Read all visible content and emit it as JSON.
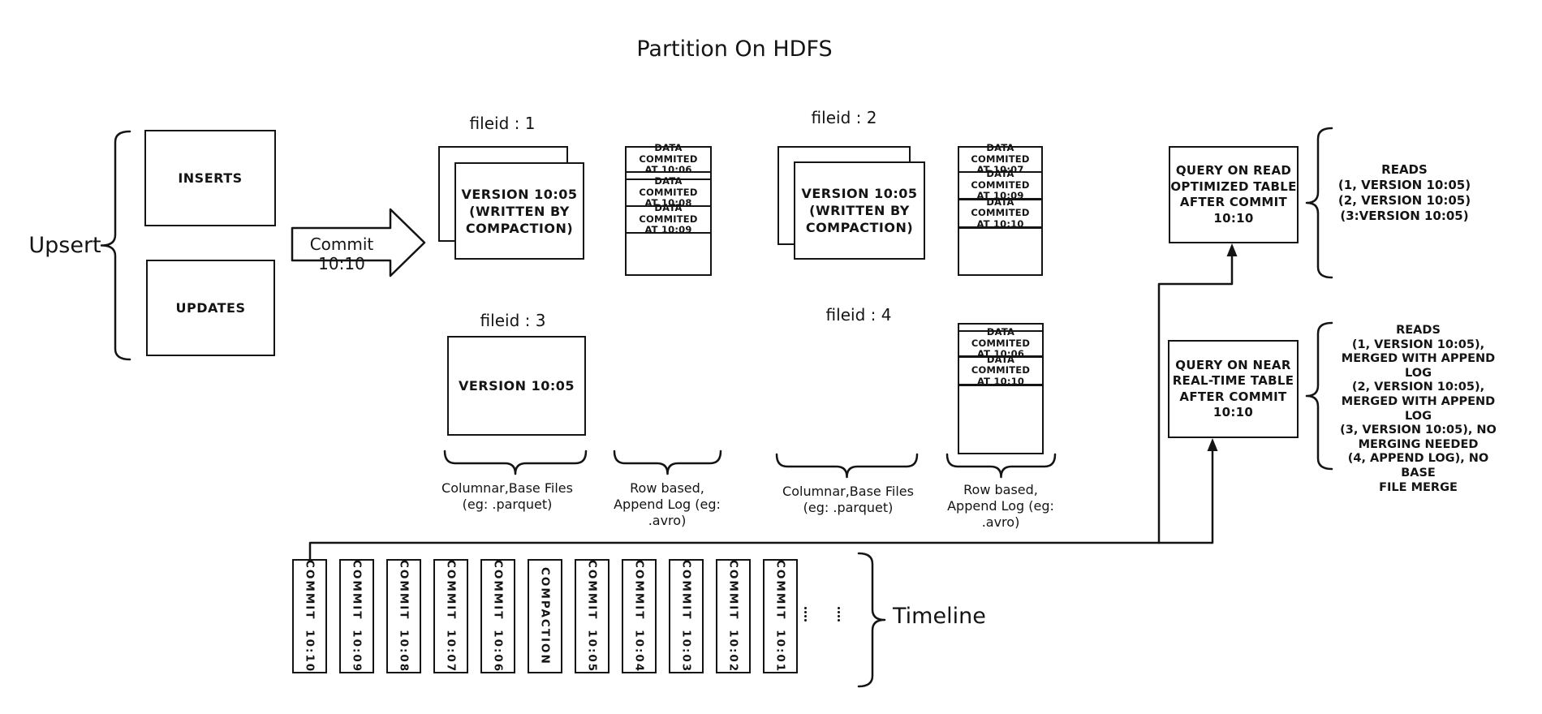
{
  "title": "Partition On HDFS",
  "upsert": {
    "label": "Upsert",
    "inserts": "INSERTS",
    "updates": "UPDATES"
  },
  "arrow": {
    "label": "Commit 10:10"
  },
  "files": {
    "f1": {
      "label": "fileid : 1",
      "version": "VERSION 10:05\n(WRITTEN BY\nCOMPACTION)"
    },
    "f2": {
      "label": "fileid : 2",
      "version": "VERSION 10:05\n(WRITTEN BY\nCOMPACTION)"
    },
    "f3": {
      "label": "fileid : 3",
      "version": "VERSION 10:05"
    },
    "f4": {
      "label": "fileid : 4"
    }
  },
  "logs": {
    "log1": [
      "DATA COMMITED\nAT 10:06",
      "DATA COMMITED\nAT 10:08",
      "DATA COMMITED\nAT 10:09"
    ],
    "log2": [
      "DATA COMMITED\nAT 10:07",
      "DATA COMMITED\nAT 10:09",
      "DATA COMMITED\nAT 10:10"
    ],
    "log4": [
      "DATA COMMITED\nAT 10:06",
      "DATA COMMITED\nAT 10:10"
    ]
  },
  "captions": {
    "columnar1": "Columnar,Base Files\n(eg: .parquet)",
    "row1": "Row based,\nAppend Log  (eg:\n.avro)",
    "columnar2": "Columnar,Base Files\n(eg: .parquet)",
    "row2": "Row based,\nAppend Log  (eg:\n.avro)"
  },
  "queries": {
    "read_optimized": {
      "box": "QUERY ON READ\nOPTIMIZED TABLE\nAFTER COMMIT\n10:10",
      "reads": "READS\n(1, VERSION 10:05)\n(2, VERSION 10:05)\n(3:VERSION 10:05)"
    },
    "near_realtime": {
      "box": "QUERY ON NEAR\nREAL-TIME TABLE\nAFTER COMMIT\n10:10",
      "reads": "READS\n(1, VERSION 10:05),\nMERGED WITH APPEND LOG\n(2, VERSION 10:05),\nMERGED WITH APPEND LOG\n(3, VERSION 10:05), NO\nMERGING NEEDED\n(4, APPEND LOG), NO BASE\nFILE MERGE"
    }
  },
  "timeline": {
    "label": "Timeline",
    "items": [
      "COMMIT 10:10",
      "COMMIT 10:09",
      "COMMIT 10:08",
      "COMMIT 10:07",
      "COMMIT 10:06",
      "COMPACTION",
      "COMMIT 10:05",
      "COMMIT 10:04",
      "COMMIT 10:03",
      "COMMIT 10:02",
      "COMMIT 10:01"
    ]
  },
  "colors": {
    "ink": "#141414",
    "background": "#ffffff"
  }
}
